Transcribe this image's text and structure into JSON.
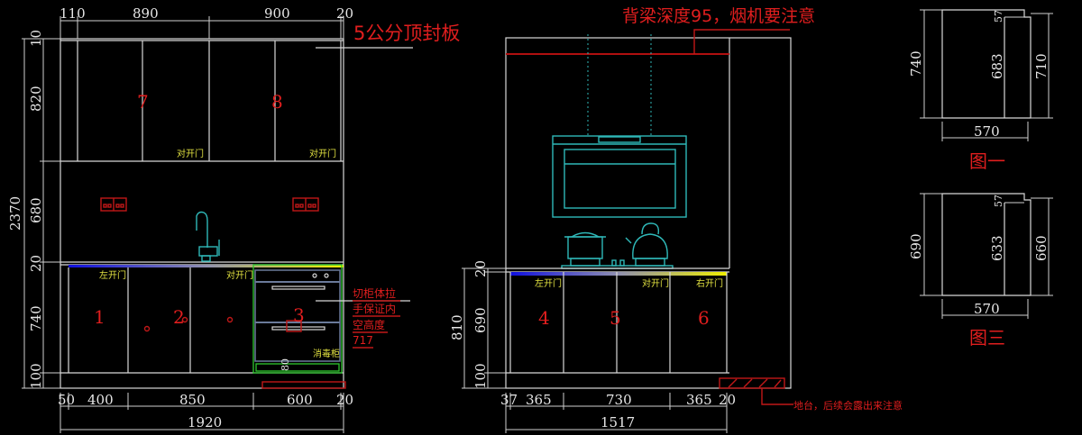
{
  "left_elevation": {
    "top_dims": [
      "110",
      "890",
      "900",
      "20"
    ],
    "side_dims": {
      "total": "2370",
      "items": [
        "10",
        "820",
        "680",
        "20",
        "740",
        "100"
      ]
    },
    "bottom_dims": [
      "50",
      "400",
      "850",
      "600",
      "20"
    ],
    "total_width": "1920",
    "door_numbers": [
      "7",
      "8",
      "1",
      "2",
      "3"
    ],
    "upper_labels": [
      "对开门",
      "对开门"
    ],
    "base_labels": [
      "左开门",
      "对开门",
      "消毒柜"
    ],
    "inner_dim": "80",
    "note_top": "5公分顶封板",
    "note_side": [
      "切柜体拉",
      "手保证内",
      "空高度",
      "717"
    ]
  },
  "middle_elevation": {
    "note_top": "背梁深度95，烟机要注意",
    "side_dims": {
      "total": "810",
      "items": [
        "20",
        "690",
        "100"
      ]
    },
    "bottom_dims": [
      "37",
      "365",
      "730",
      "365",
      "20"
    ],
    "total_width": "1517",
    "door_numbers": [
      "4",
      "5",
      "6"
    ],
    "base_labels": [
      "左开门",
      "对开门",
      "右开门"
    ],
    "note_bottom": "地台，后续会露出来注意"
  },
  "figures": [
    {
      "title": "图一",
      "height": "740",
      "inner": "683",
      "right": "710",
      "notch": "57",
      "width": "570"
    },
    {
      "title": "图三",
      "height": "690",
      "inner": "633",
      "right": "660",
      "notch": "57",
      "width": "570"
    }
  ],
  "colors": {
    "annotation": "#e01e1e",
    "appliance": "#2fb8b8",
    "label": "#e0e040",
    "dishwasher": "#2ec82e"
  }
}
